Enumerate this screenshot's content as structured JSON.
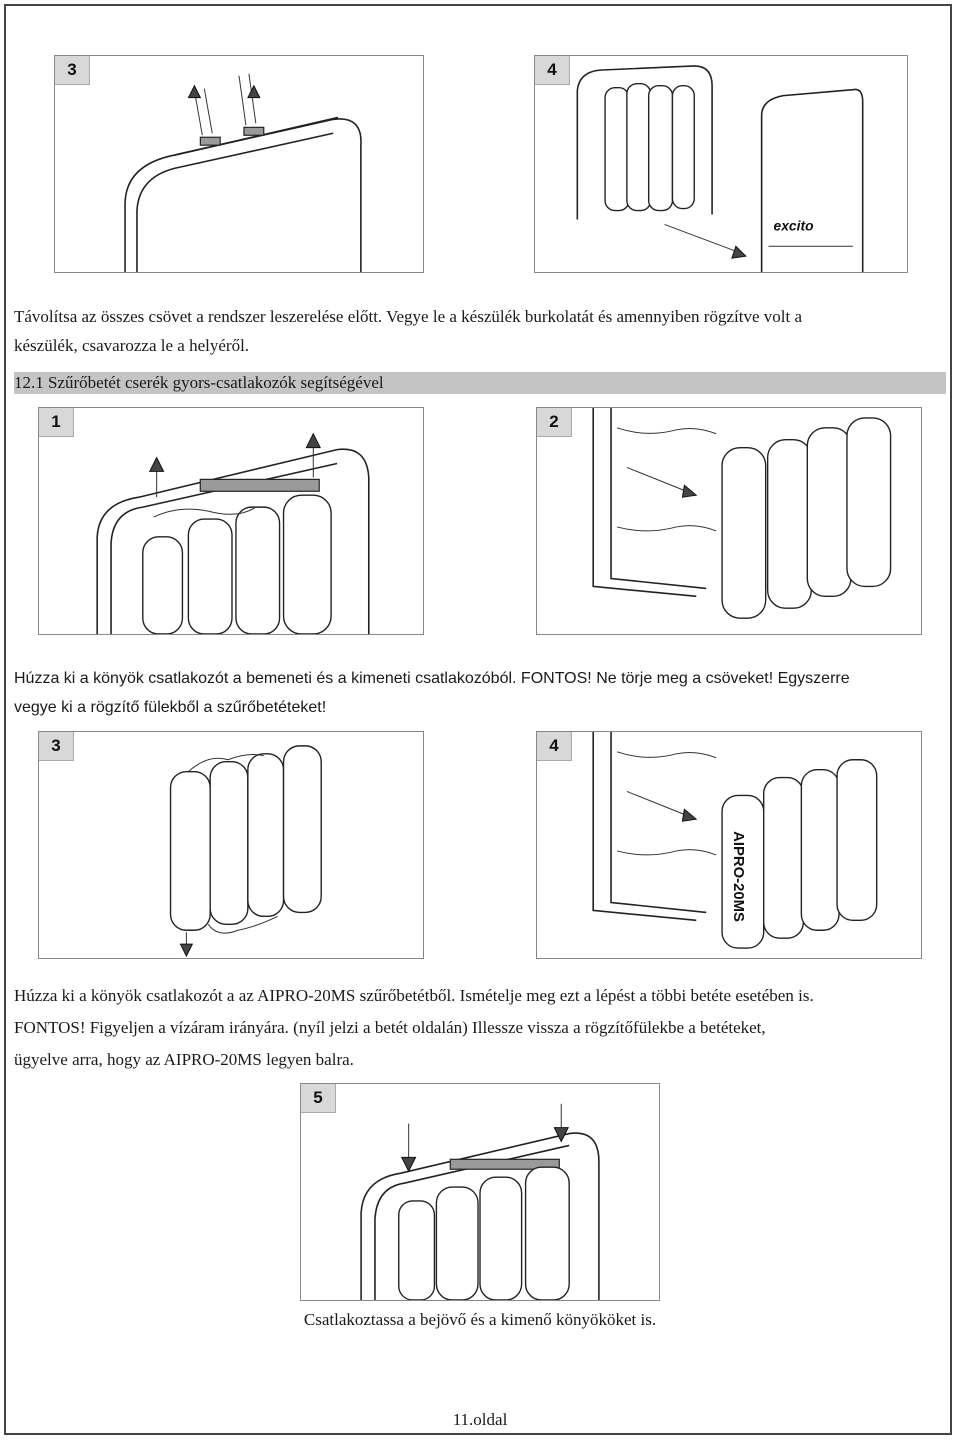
{
  "top_panels": [
    {
      "number": "3"
    },
    {
      "number": "4"
    }
  ],
  "paragraph_1": {
    "line_1": "Távolítsa az összes csövet a rendszer leszerelése előtt. Vegye le a készülék burkolatát és amennyiben rögzítve volt a",
    "line_2": "készülék, csavarozza le a helyéről."
  },
  "section_heading": "12.1 Szűrőbetét cserék gyors-csatlakozók segítségével",
  "middle_panels": [
    {
      "number": "1"
    },
    {
      "number": "2"
    }
  ],
  "paragraph_2": {
    "line_1": "Húzza ki a könyök csatlakozót a bemeneti és a kimeneti csatlakozóból. FONTOS! Ne törje meg a csöveket! Egyszerre",
    "line_2": "vegye ki a rögzítő fülekből a szűrőbetéteket!"
  },
  "lower_panels": [
    {
      "number": "3"
    },
    {
      "number": "4",
      "cartridge_label": "AIPRO-20MS"
    }
  ],
  "paragraph_3": {
    "line_1": "Húzza ki a könyök csatlakozót a az AIPRO-20MS szűrőbetétből. Ismételje meg ezt a lépést a többi betéte esetében is.",
    "line_2": "FONTOS! Figyeljen a vízáram irányára. (nyíl jelzi a betét oldalán) Illessze vissza a rögzítőfülekbe a betéteket,",
    "line_3": "ügyelve arra, hogy az AIPRO-20MS legyen balra."
  },
  "bottom_panel": {
    "number": "5"
  },
  "caption_5": "Csatlakoztassa a bejövő és a kimenő könyököket is.",
  "page_number": "11.oldal",
  "cover_logo": "excito"
}
